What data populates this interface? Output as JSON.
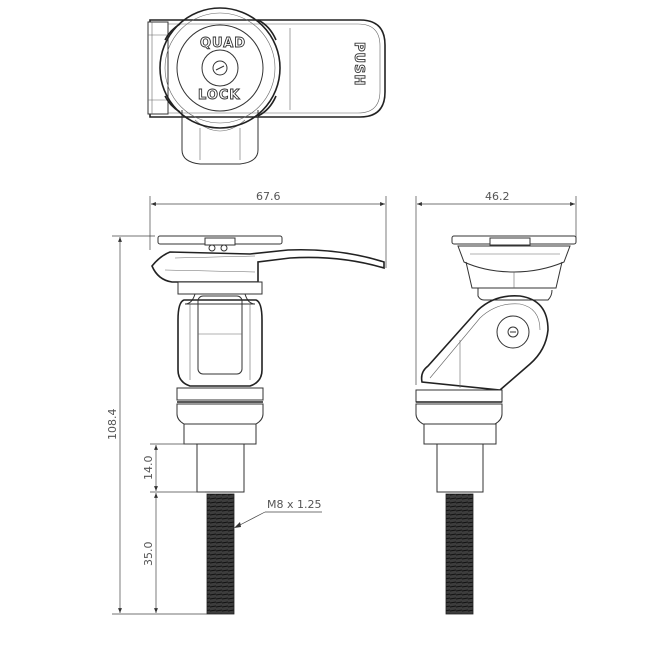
{
  "drawing": {
    "title": "Quad Lock handlebar mount technical drawing",
    "top_view": {
      "logo_top": "QUAD",
      "logo_bottom": "LOCK",
      "lever_label": "PUSH"
    },
    "front_view": {
      "width_dim": "67.6",
      "height_dim": "108.4",
      "shank_dim": "14.0",
      "thread_length_dim": "35.0",
      "thread_callout": "M8 x 1.25"
    },
    "side_view": {
      "width_dim": "46.2"
    }
  }
}
